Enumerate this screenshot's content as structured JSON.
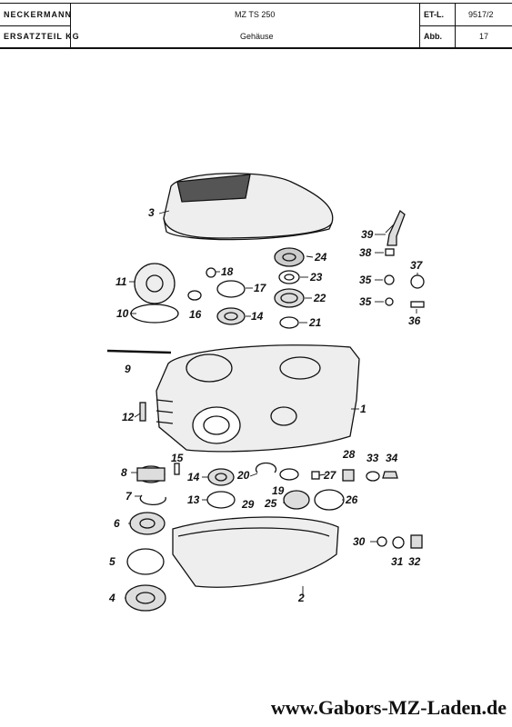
{
  "header": {
    "company": "NECKERMANN",
    "department": "ERSATZTEIL KG",
    "model": "MZ  TS 250",
    "section": "Gehäuse",
    "catalog_label": "ET-L.",
    "catalog_number": "9517/2",
    "figure_label": "Abb.",
    "figure_number": "17"
  },
  "part_labels": [
    "1",
    "2",
    "3",
    "4",
    "5",
    "6",
    "7",
    "8",
    "9",
    "10",
    "11",
    "12",
    "13",
    "14",
    "14",
    "15",
    "16",
    "17",
    "18",
    "19",
    "20",
    "21",
    "22",
    "23",
    "24",
    "25",
    "26",
    "27",
    "28",
    "29",
    "30",
    "31",
    "32",
    "33",
    "34",
    "35",
    "35",
    "36",
    "37",
    "38",
    "39"
  ],
  "footer": {
    "url": "www.Gabors-MZ-Laden.de"
  }
}
